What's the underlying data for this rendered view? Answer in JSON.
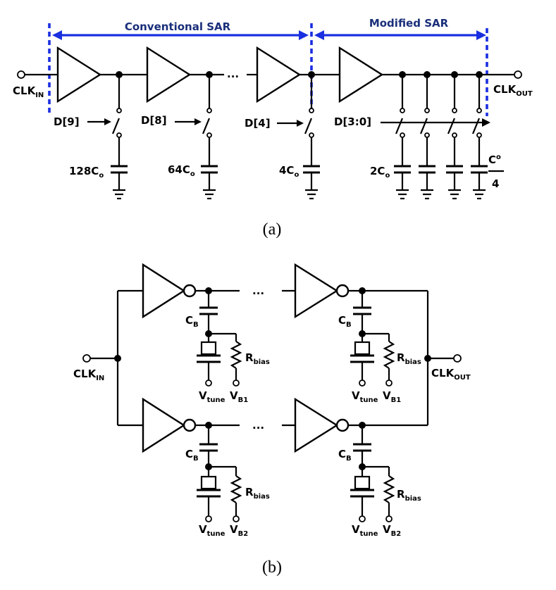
{
  "part_a": {
    "caption": "(a)",
    "conventional_label": "Conventional SAR",
    "modified_label": "Modified SAR",
    "clk_in": {
      "main": "CLK",
      "sub": "IN"
    },
    "clk_out": {
      "main": "CLK",
      "sub": "OUT"
    },
    "ellipsis": "...",
    "controls": {
      "d9": "D[9]",
      "d8": "D[8]",
      "d4": "D[4]",
      "d30": "D[3:0]"
    },
    "caps": {
      "c128": {
        "main": "128C",
        "sub": "o"
      },
      "c64": {
        "main": "64C",
        "sub": "o"
      },
      "c4": {
        "main": "4C",
        "sub": "o"
      },
      "c2": {
        "main": "2C",
        "sub": "o"
      },
      "cfrac_num": {
        "main": "C",
        "sub": "o"
      },
      "cfrac_den": "4"
    }
  },
  "part_b": {
    "caption": "(b)",
    "clk_in": {
      "main": "CLK",
      "sub": "IN"
    },
    "clk_out": {
      "main": "CLK",
      "sub": "OUT"
    },
    "ellipsis": "...",
    "cb": {
      "main": "C",
      "sub": "B"
    },
    "rbias": {
      "main": "R",
      "sub": "bias"
    },
    "vtune": {
      "main": "V",
      "sub": "tune"
    },
    "vb1": {
      "main": "V",
      "sub": "B1"
    },
    "vb2": {
      "main": "V",
      "sub": "B2"
    }
  }
}
